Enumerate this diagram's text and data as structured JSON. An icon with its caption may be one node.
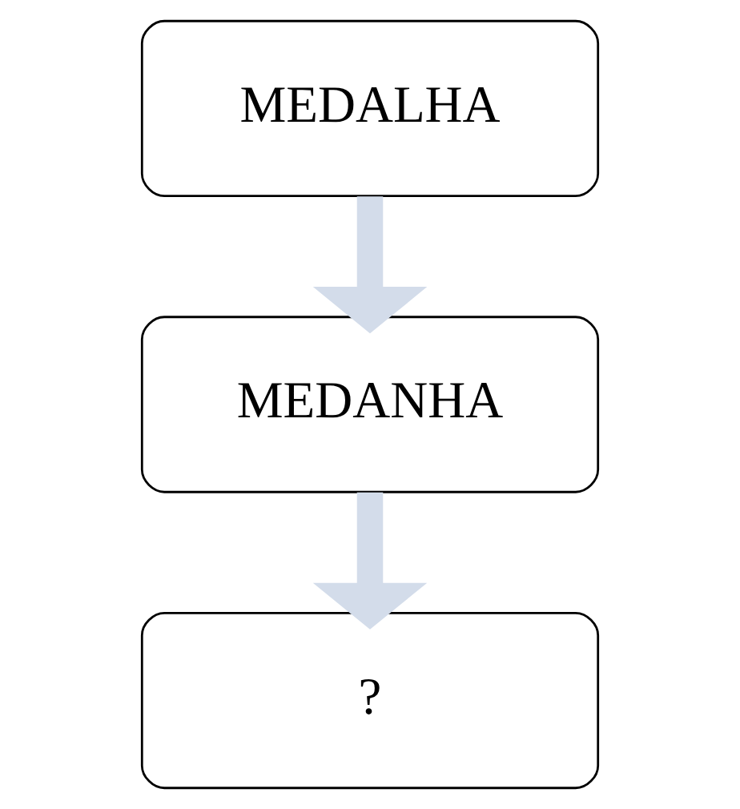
{
  "diagram": {
    "nodes": [
      {
        "text": [
          "MEDALHA"
        ]
      },
      {
        "text": [
          "MEDANHA"
        ]
      },
      {
        "text": [
          "?"
        ]
      }
    ],
    "edges": [
      {
        "from": 0,
        "to": 1,
        "arrow": "to"
      },
      {
        "from": 1,
        "to": 2,
        "arrow": "to"
      }
    ]
  }
}
